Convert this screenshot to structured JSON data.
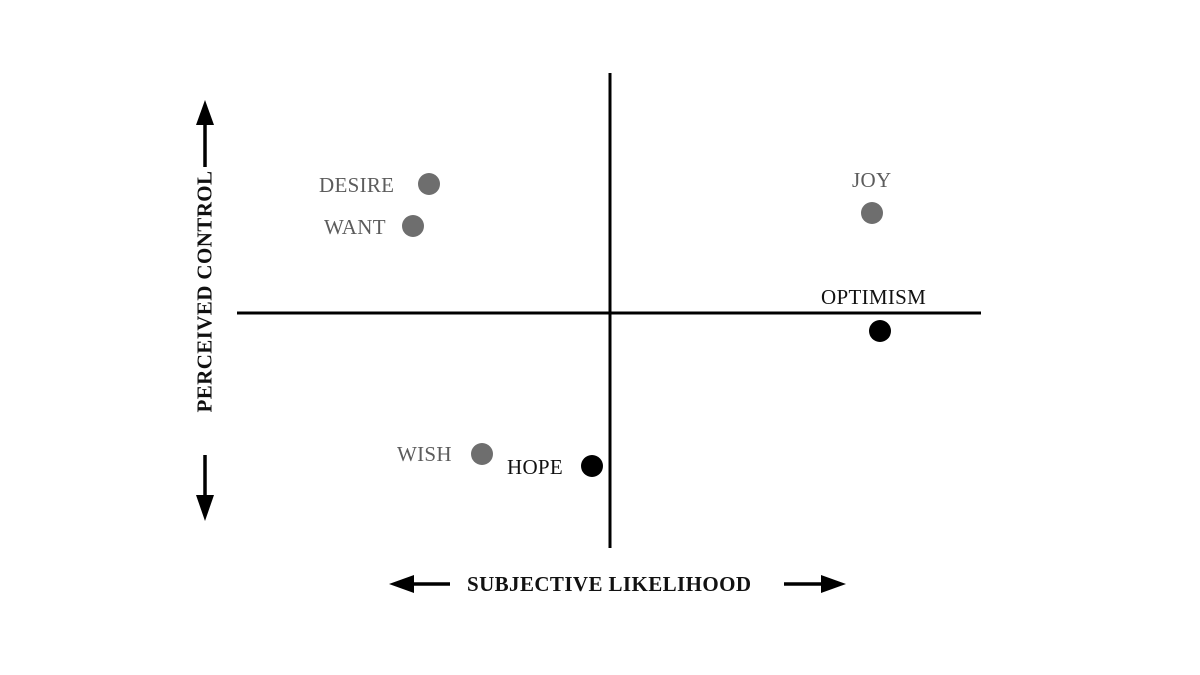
{
  "diagram": {
    "x_axis_title": "SUBJECTIVE LIKELIHOOD",
    "y_axis_title": "PERCEIVED CONTROL",
    "colors": {
      "axis": "#000000",
      "gray_point": "#6e6e6e",
      "black_point": "#000000",
      "gray_label": "#5c5c5c",
      "black_label": "#111111"
    },
    "points": [
      {
        "label": "DESIRE",
        "quadrant": "top-left",
        "style": "gray"
      },
      {
        "label": "WANT",
        "quadrant": "top-left",
        "style": "gray"
      },
      {
        "label": "JOY",
        "quadrant": "top-right",
        "style": "gray"
      },
      {
        "label": "OPTIMISM",
        "quadrant": "bottom-right (on horizontal axis)",
        "style": "black"
      },
      {
        "label": "WISH",
        "quadrant": "bottom-left",
        "style": "gray"
      },
      {
        "label": "HOPE",
        "quadrant": "bottom-left (on vertical axis)",
        "style": "black"
      }
    ]
  },
  "chart_data": {
    "type": "scatter",
    "title": "",
    "xlabel": "SUBJECTIVE LIKELIHOOD",
    "ylabel": "PERCEIVED CONTROL",
    "xlim": [
      -1,
      1
    ],
    "ylim": [
      -1,
      1
    ],
    "grid": false,
    "legend": null,
    "series": [
      {
        "name": "gray",
        "color": "#6e6e6e",
        "points": [
          {
            "label": "DESIRE",
            "x": -0.49,
            "y": 0.54
          },
          {
            "label": "WANT",
            "x": -0.53,
            "y": 0.37
          },
          {
            "label": "JOY",
            "x": 0.7,
            "y": 0.42
          },
          {
            "label": "WISH",
            "x": -0.35,
            "y": -0.59
          }
        ]
      },
      {
        "name": "black",
        "color": "#000000",
        "points": [
          {
            "label": "OPTIMISM",
            "x": 0.72,
            "y": -0.08
          },
          {
            "label": "HOPE",
            "x": -0.05,
            "y": -0.65
          }
        ]
      }
    ]
  }
}
